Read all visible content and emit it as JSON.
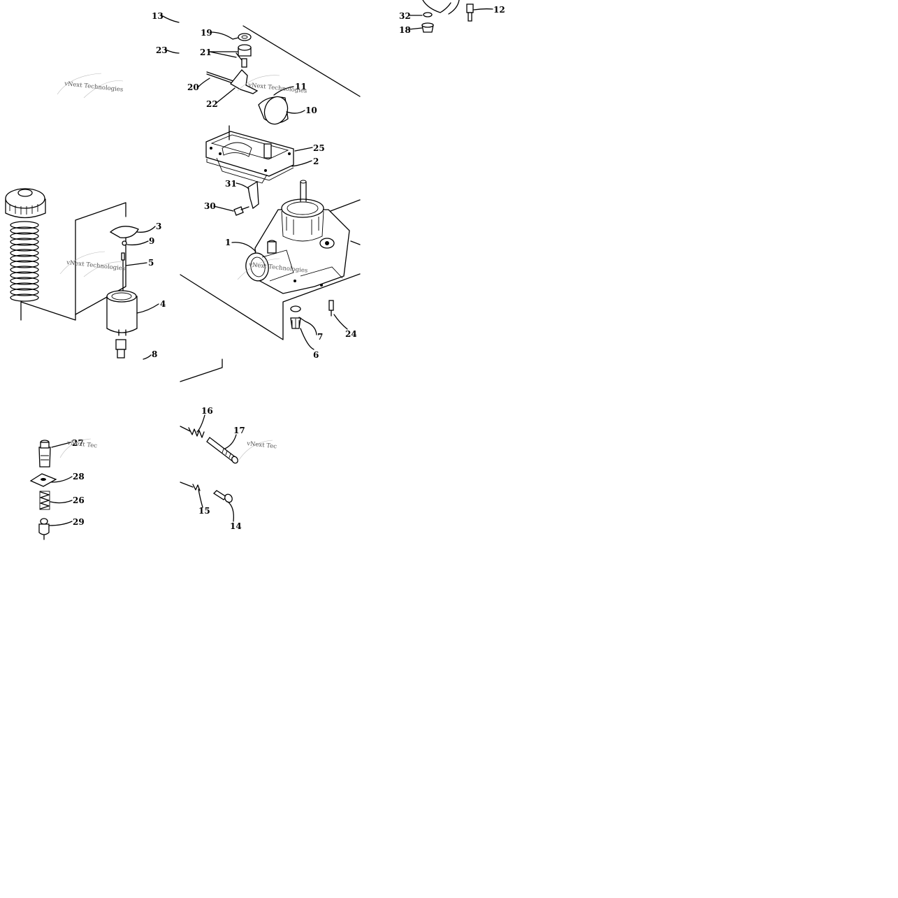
{
  "watermark": "vNext Technologies",
  "watermark_short": "vNext Tec",
  "callouts": [
    {
      "id": "c13",
      "text": "13"
    },
    {
      "id": "c23",
      "text": "23"
    },
    {
      "id": "c19",
      "text": "19"
    },
    {
      "id": "c21",
      "text": "21"
    },
    {
      "id": "c20",
      "text": "20"
    },
    {
      "id": "c22",
      "text": "22"
    },
    {
      "id": "c11",
      "text": "11"
    },
    {
      "id": "c10",
      "text": "10"
    },
    {
      "id": "c25",
      "text": "25"
    },
    {
      "id": "c2",
      "text": "2"
    },
    {
      "id": "c31",
      "text": "31"
    },
    {
      "id": "c30",
      "text": "30"
    },
    {
      "id": "c1",
      "text": "1"
    },
    {
      "id": "c3",
      "text": "3"
    },
    {
      "id": "c9",
      "text": "9"
    },
    {
      "id": "c5",
      "text": "5"
    },
    {
      "id": "c4",
      "text": "4"
    },
    {
      "id": "c8",
      "text": "8"
    },
    {
      "id": "c7",
      "text": "7"
    },
    {
      "id": "c6",
      "text": "6"
    },
    {
      "id": "c24",
      "text": "24"
    },
    {
      "id": "c32",
      "text": "32"
    },
    {
      "id": "c18",
      "text": "18"
    },
    {
      "id": "c12",
      "text": "12"
    },
    {
      "id": "c16",
      "text": "16"
    },
    {
      "id": "c17",
      "text": "17"
    },
    {
      "id": "c15",
      "text": "15"
    },
    {
      "id": "c14",
      "text": "14"
    },
    {
      "id": "c27",
      "text": "27"
    },
    {
      "id": "c28",
      "text": "28"
    },
    {
      "id": "c26",
      "text": "26"
    },
    {
      "id": "c29",
      "text": "29"
    }
  ]
}
